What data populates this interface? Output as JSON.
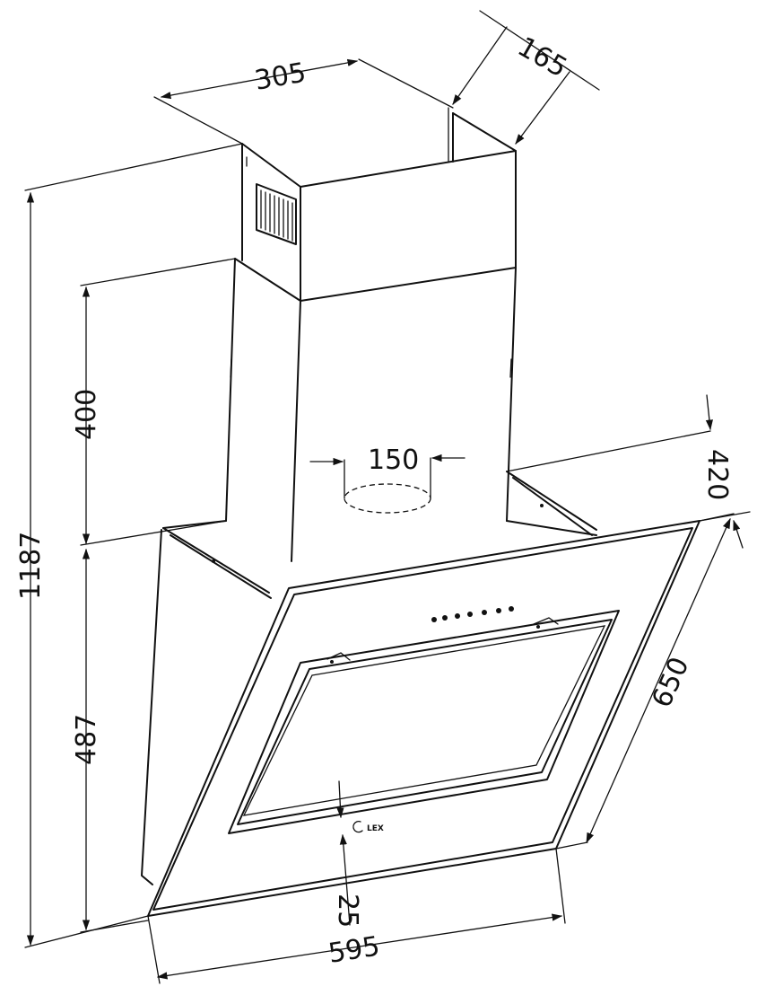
{
  "drawing": {
    "brand_logo": "LEX",
    "colors": {
      "line": "#111111",
      "background": "#ffffff"
    }
  },
  "dimensions": {
    "chimney_width": "305",
    "chimney_depth": "165",
    "chimney_height": "400",
    "outlet_diameter": "150",
    "body_depth": "420",
    "glass_length": "650",
    "lower_height": "487",
    "total_height": "1187",
    "glass_gap": "25",
    "total_width": "595"
  }
}
